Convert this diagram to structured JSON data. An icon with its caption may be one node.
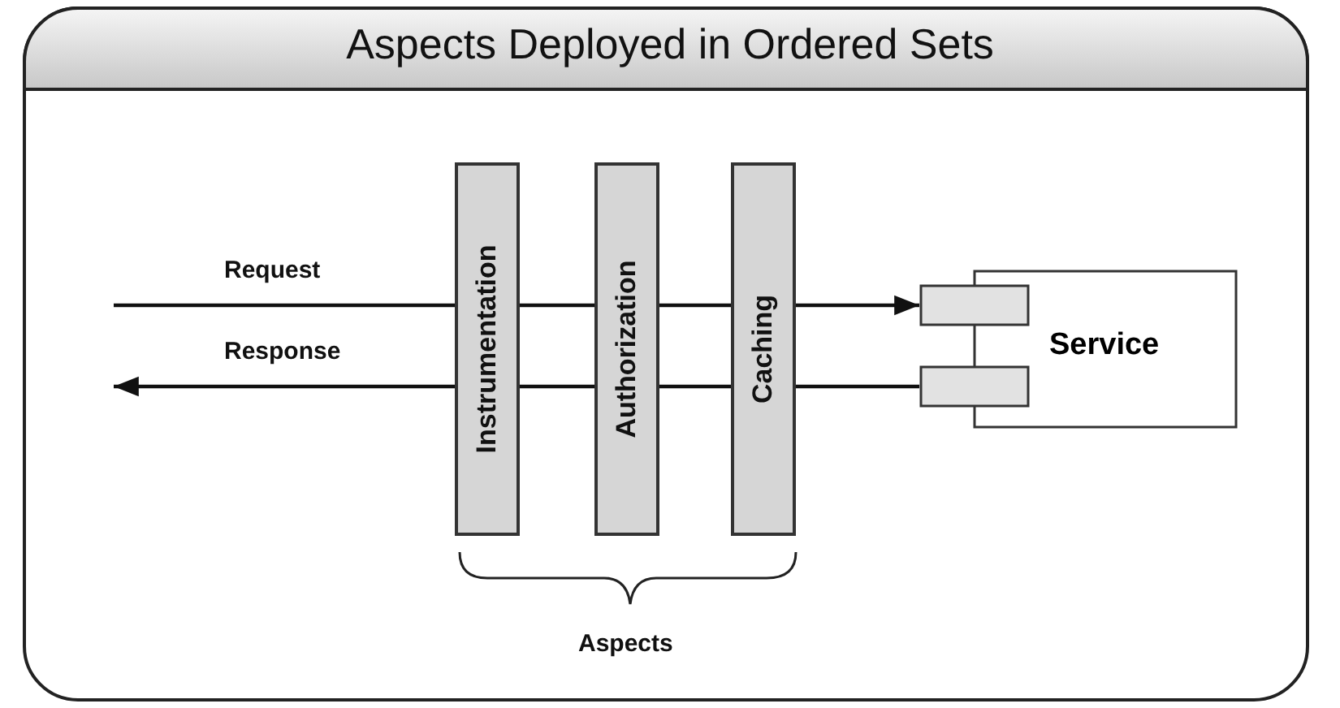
{
  "diagram": {
    "title": "Aspects Deployed in Ordered Sets",
    "nodes": [
      {
        "text": [
          "Instrumentation"
        ]
      },
      {
        "text": [
          "Authorization"
        ]
      },
      {
        "text": [
          "Caching"
        ]
      },
      {
        "text": [
          "Service"
        ]
      }
    ],
    "edges": [
      {
        "from": null,
        "to": 3,
        "arrow": "to",
        "label": "Request"
      },
      {
        "from": 3,
        "to": null,
        "arrow": "to",
        "label": "Response"
      }
    ],
    "labels": [
      "Aspects"
    ]
  }
}
